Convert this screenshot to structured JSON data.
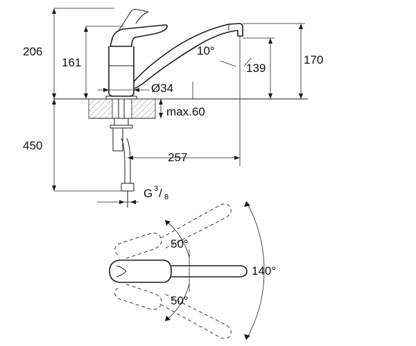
{
  "dimensions": {
    "height_total": "206",
    "height_lever": "161",
    "height_spout": "170",
    "height_outlet": "139",
    "spout_angle": "10°",
    "diameter": "Ø34",
    "max_thickness": "max.60",
    "below_height": "450",
    "reach": "257",
    "connection_g": "G",
    "connection_num": "3",
    "connection_den": "8"
  },
  "angles": {
    "upper": "50°",
    "lower": "50°",
    "swivel": "140°"
  }
}
